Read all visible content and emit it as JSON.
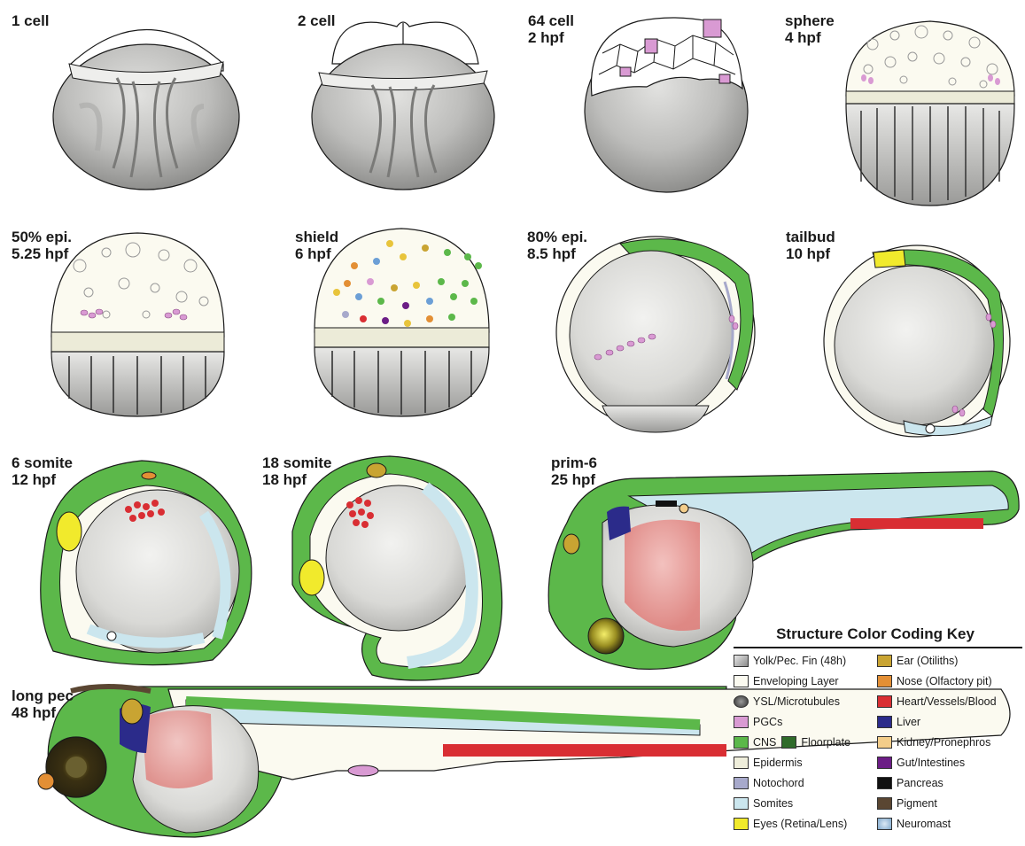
{
  "stages": [
    {
      "id": "one-cell",
      "line1": "1 cell",
      "line2": ""
    },
    {
      "id": "two-cell",
      "line1": "2 cell",
      "line2": ""
    },
    {
      "id": "sixtyfour-cell",
      "line1": "64 cell",
      "line2": "2 hpf"
    },
    {
      "id": "sphere",
      "line1": "sphere",
      "line2": "4 hpf"
    },
    {
      "id": "fifty-epiboly",
      "line1": "50% epi.",
      "line2": "5.25 hpf"
    },
    {
      "id": "shield",
      "line1": "shield",
      "line2": "6 hpf"
    },
    {
      "id": "eighty-epiboly",
      "line1": "80% epi.",
      "line2": "8.5 hpf"
    },
    {
      "id": "tailbud",
      "line1": "tailbud",
      "line2": "10 hpf"
    },
    {
      "id": "six-somite",
      "line1": "6 somite",
      "line2": "12 hpf"
    },
    {
      "id": "eighteen-somite",
      "line1": "18 somite",
      "line2": "18 hpf"
    },
    {
      "id": "prim6",
      "line1": "prim-6",
      "line2": "25 hpf"
    },
    {
      "id": "long-pec",
      "line1": "long pec",
      "line2": "48 hpf"
    }
  ],
  "key": {
    "title": "Structure Color Coding Key",
    "left": [
      {
        "label": "Yolk/Pec. Fin (48h)",
        "color": "#c9c9c9",
        "icon": "yolk-swatch"
      },
      {
        "label": "Enveloping Layer",
        "color": "#fbfaf0",
        "icon": "enveloping-swatch"
      },
      {
        "label": "YSL/Microtubules",
        "color": "#555555",
        "icon": "microtubule-swatch"
      },
      {
        "label": "PGCs",
        "color": "#d99ad3",
        "icon": "pgc-swatch"
      },
      {
        "label": "CNS",
        "color": "#5cb84a",
        "icon": "cns-swatch"
      },
      {
        "label": "Epidermis",
        "color": "#efeedb",
        "icon": "epidermis-swatch"
      },
      {
        "label": "Notochord",
        "color": "#a7a9cb",
        "icon": "notochord-swatch"
      },
      {
        "label": "Somites",
        "color": "#cbe6ee",
        "icon": "somite-swatch"
      },
      {
        "label": "Eyes (Retina/Lens)",
        "color": "#f1ea2c",
        "icon": "eye-swatch"
      }
    ],
    "floorplate": {
      "label": "Floorplate",
      "color": "#2f6b2a"
    },
    "right": [
      {
        "label": "Ear (Otiliths)",
        "color": "#c9a432",
        "icon": "ear-swatch"
      },
      {
        "label": "Nose (Olfactory pit)",
        "color": "#e38f35",
        "icon": "nose-swatch"
      },
      {
        "label": "Heart/Vessels/Blood",
        "color": "#d92e33",
        "icon": "heart-swatch"
      },
      {
        "label": "Liver",
        "color": "#2b2b8a",
        "icon": "liver-swatch"
      },
      {
        "label": "Kidney/Pronephros",
        "color": "#f3cd8a",
        "icon": "kidney-swatch"
      },
      {
        "label": "Gut/Intestines",
        "color": "#6c1d86",
        "icon": "gut-swatch"
      },
      {
        "label": "Pancreas",
        "color": "#111111",
        "icon": "pancreas-swatch"
      },
      {
        "label": "Pigment",
        "color": "#5a4632",
        "icon": "pigment-swatch"
      },
      {
        "label": "Neuromast",
        "color": "#9fc3e0",
        "icon": "neuromast-swatch"
      }
    ]
  }
}
